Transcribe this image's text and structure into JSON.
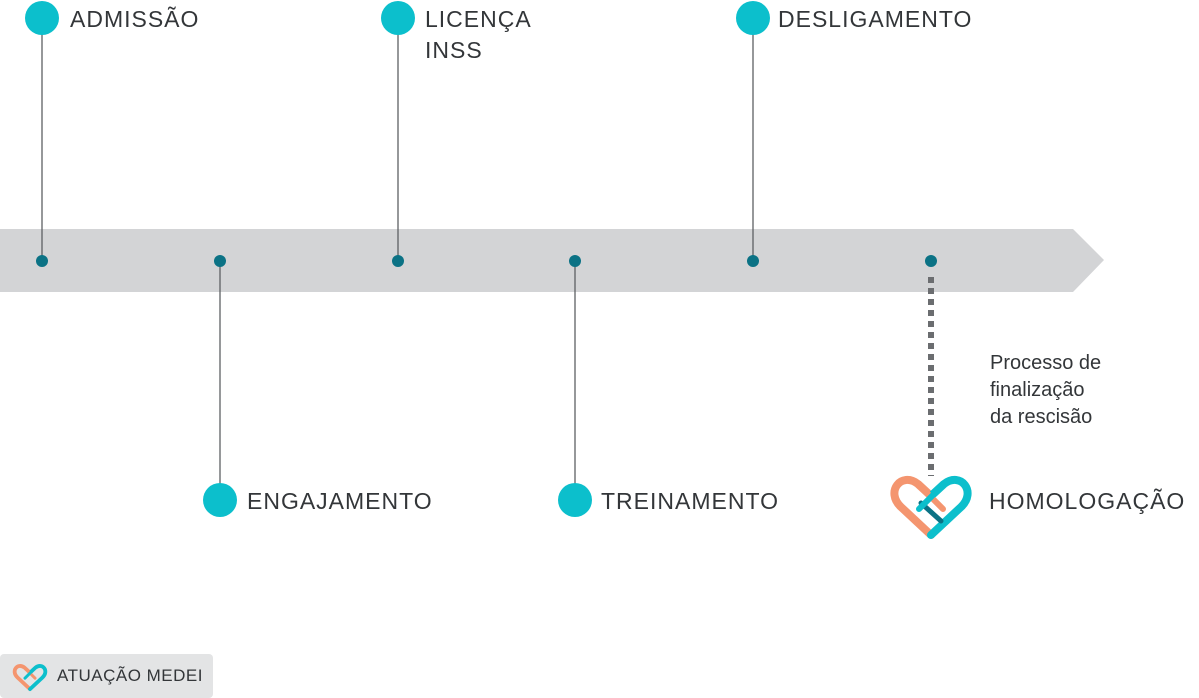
{
  "milestones": {
    "admissao": "ADMISSÃO",
    "licenca_line1": "LICENÇA",
    "licenca_line2": "INSS",
    "desligamento": "DESLIGAMENTO",
    "engajamento": "ENGAJAMENTO",
    "treinamento": "TREINAMENTO",
    "homologacao": "HOMOLOGAÇÃO"
  },
  "note": {
    "line1": "Processo de",
    "line2": "finalização",
    "line3": "da rescisão"
  },
  "legend": {
    "label": "ATUAÇÃO MEDEI"
  },
  "colors": {
    "teal": "#0cbfcc",
    "dark_teal": "#0b7285",
    "coral": "#f4956f",
    "band": "#d3d4d6",
    "line": "#5d6063",
    "dotted": "#6b6d70"
  },
  "icons": {
    "homologacao": "heart-logo-icon",
    "legend": "heart-logo-icon"
  }
}
